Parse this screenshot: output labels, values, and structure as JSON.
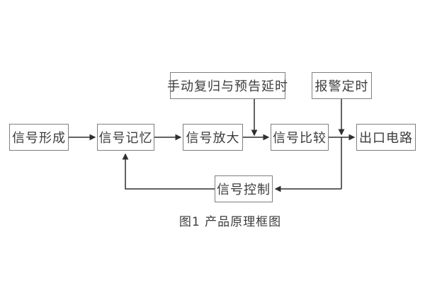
{
  "figure": {
    "caption": "图1 产品原理框图"
  },
  "diagram": {
    "type": "block-flow-diagram",
    "nodes": [
      {
        "id": "signal_form",
        "label": "信号形成"
      },
      {
        "id": "signal_memory",
        "label": "信号记忆"
      },
      {
        "id": "signal_amplify",
        "label": "信号放大"
      },
      {
        "id": "signal_compare",
        "label": "信号比较"
      },
      {
        "id": "outlet_circuit",
        "label": "出口电路"
      },
      {
        "id": "manual_reset_delay",
        "label": "手动复归与预告延时"
      },
      {
        "id": "alarm_timing",
        "label": "报警定时"
      },
      {
        "id": "signal_control",
        "label": "信号控制"
      }
    ],
    "edges": [
      {
        "from": "signal_form",
        "to": "signal_memory",
        "arrow": "right"
      },
      {
        "from": "signal_memory",
        "to": "signal_amplify",
        "arrow": "right"
      },
      {
        "from": "signal_amplify",
        "to": "signal_compare",
        "arrow": "right"
      },
      {
        "from": "signal_compare",
        "to": "outlet_circuit",
        "arrow": "right"
      },
      {
        "from": "manual_reset_delay",
        "to": "junction_amplify_compare_line",
        "arrow": "down"
      },
      {
        "from": "alarm_timing",
        "to": "junction_compare_outlet_line",
        "arrow": "down"
      },
      {
        "from": "junction_compare_outlet_line",
        "to": "signal_control",
        "arrow": "left"
      },
      {
        "from": "signal_control",
        "to": "signal_memory",
        "arrow": "up"
      }
    ],
    "colors": {
      "background": "#ffffff",
      "box_border": "#7f7f7f",
      "box_fill": "#ffffff",
      "line": "#2f2f2f",
      "text": "#3c3c3c"
    }
  }
}
